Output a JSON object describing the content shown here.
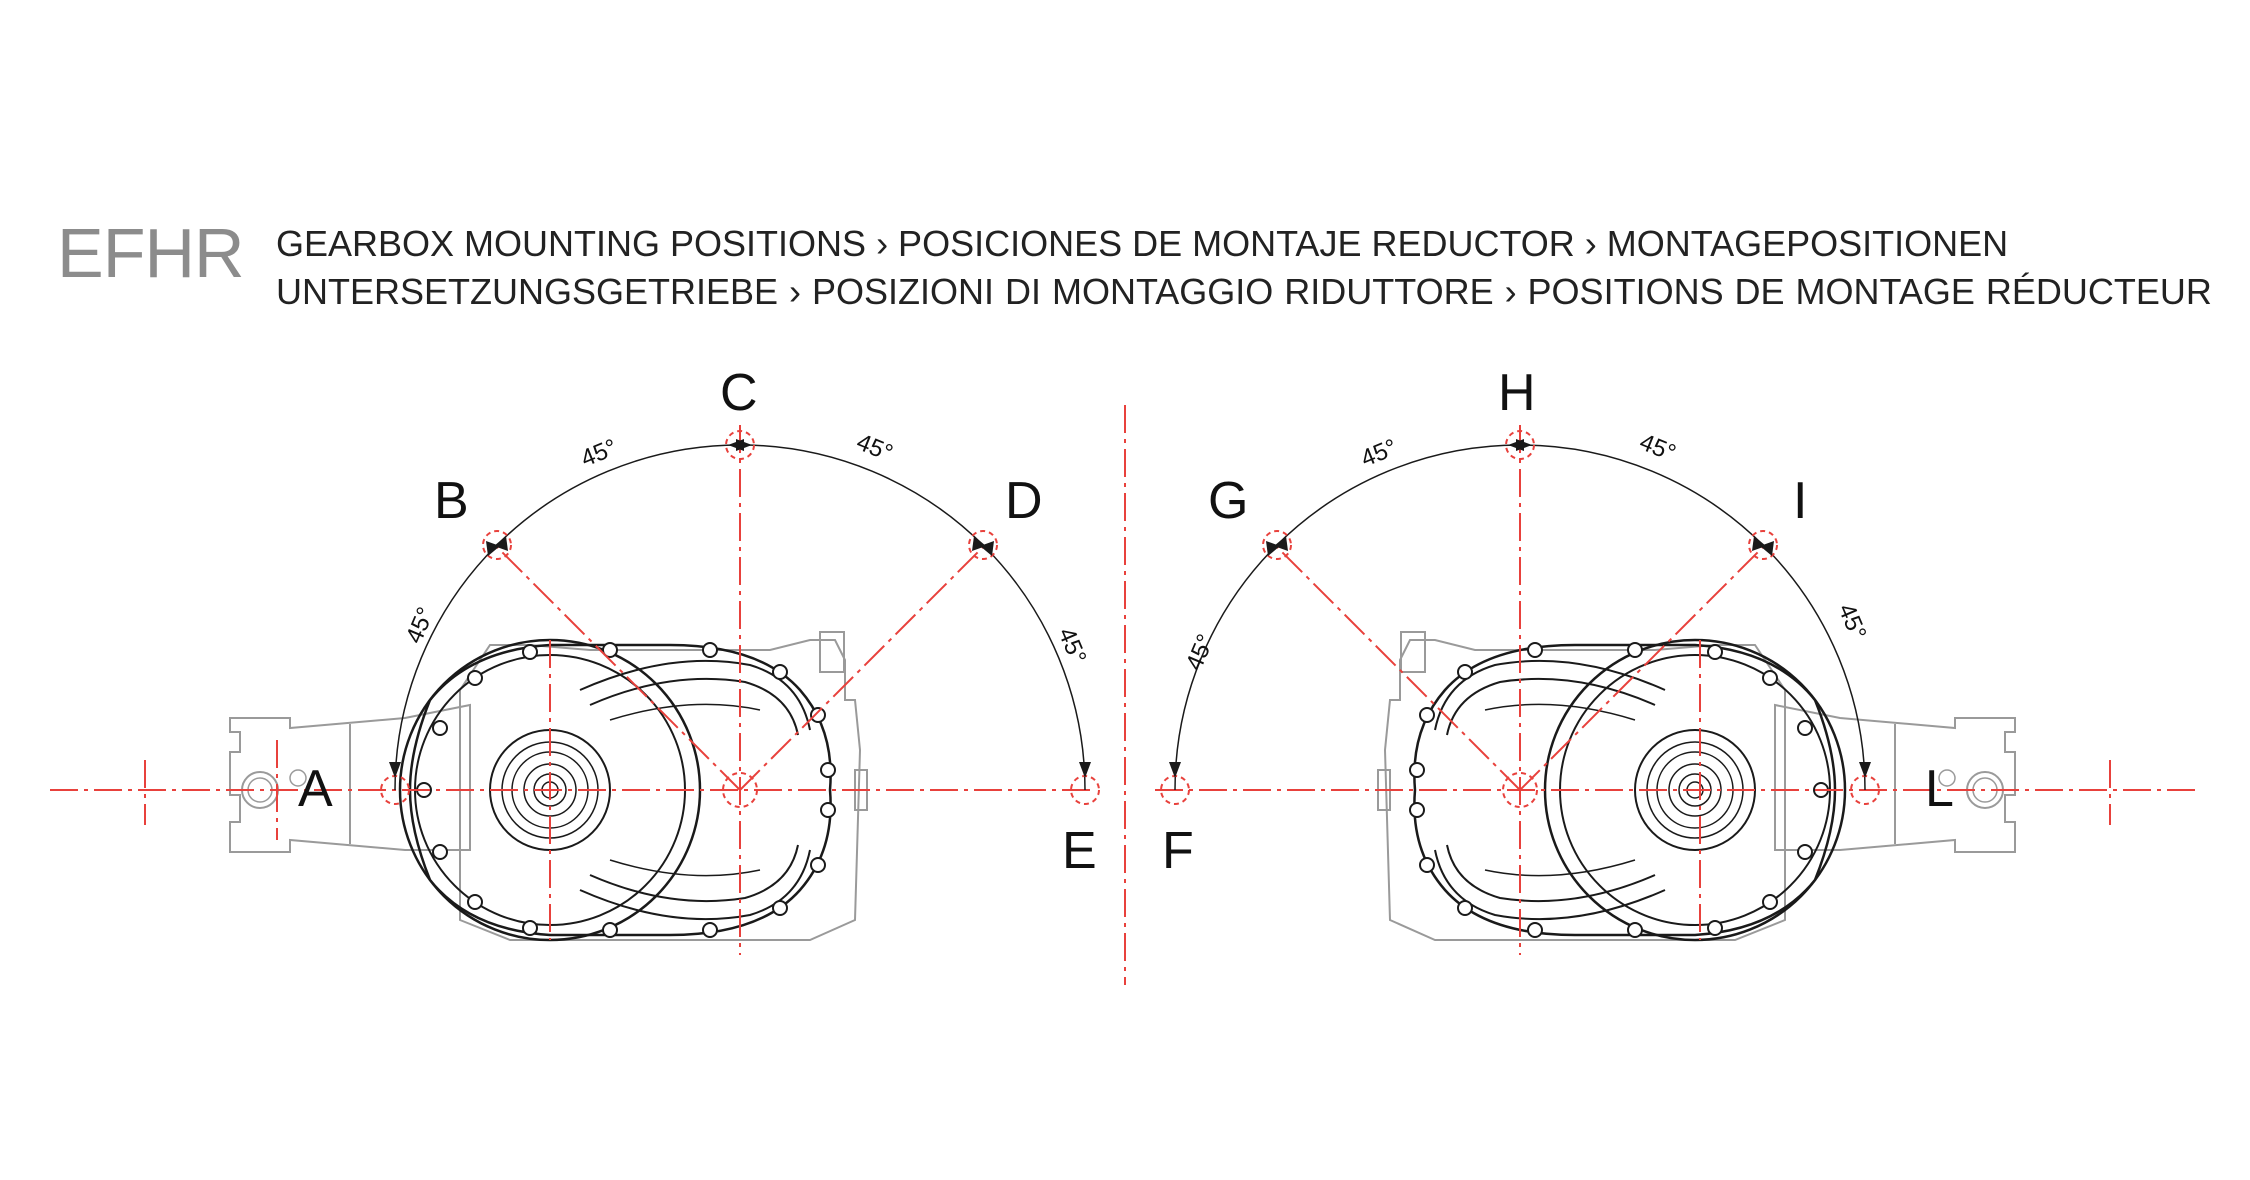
{
  "header": {
    "model_code": "EFHR",
    "line1": "GEARBOX MOUNTING POSITIONS › POSICIONES DE MONTAJE REDUCTOR › MONTAGEPOSITIONEN",
    "line2_words": [
      "UNTERSETZUNGSGETRIEBE",
      "›",
      "POSIZIONI",
      "DI",
      "MONTAGGIO",
      "RIDUTTORE",
      "›",
      "POSITIONS",
      "DE",
      "MONTAGE",
      "RÉDUCTEUR"
    ]
  },
  "left_diagram": {
    "position_labels": [
      "A",
      "B",
      "C",
      "D",
      "E"
    ],
    "angle_labels": [
      "45°",
      "45°",
      "45°",
      "45°"
    ]
  },
  "right_diagram": {
    "position_labels": [
      "F",
      "G",
      "H",
      "I",
      "L"
    ],
    "angle_labels": [
      "45°",
      "45°",
      "45°",
      "45°"
    ]
  },
  "colors": {
    "centerline": "#e8413c",
    "outline": "#1a1a1a",
    "housing": "#9a9a9a",
    "model_code": "#8c8c8c"
  }
}
